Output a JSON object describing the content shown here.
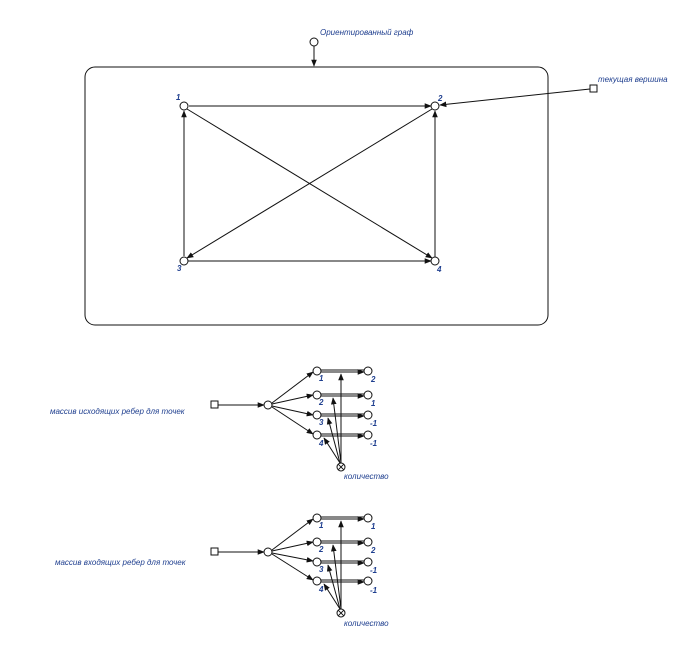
{
  "graph": {
    "title": "Ориентированный граф",
    "current_vertex_label": "текущая вершина",
    "vertices": [
      "1",
      "2",
      "3",
      "4"
    ]
  },
  "outgoing": {
    "label": "массив исходящих ребер для точек",
    "indices": [
      "1",
      "2",
      "3",
      "4"
    ],
    "values": [
      "2",
      "1",
      "-1",
      "-1"
    ],
    "count_label": "количество"
  },
  "incoming": {
    "label": "массив входящих ребер для точек",
    "indices": [
      "1",
      "2",
      "3",
      "4"
    ],
    "values": [
      "1",
      "2",
      "-1",
      "-1"
    ],
    "count_label": "количество"
  }
}
